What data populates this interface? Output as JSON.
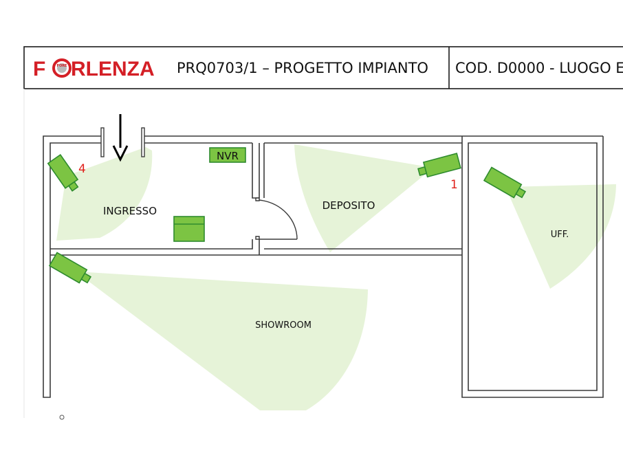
{
  "header": {
    "logo_text_left": "F",
    "logo_text_right": "RLENZA",
    "logo_badge_text": "FORE",
    "project_title": "PRQ0703/1 – PROGETTO IMPIANTO",
    "code_location": "COD. D0000 - LUOGO E"
  },
  "rooms": {
    "ingresso": "INGRESSO",
    "deposito": "DEPOSITO",
    "uff": "UFF.",
    "showroom": "SHOWROOM"
  },
  "equipment": {
    "nvr_label": "NVR"
  },
  "cameras": [
    {
      "number": "1",
      "name": "camera-1"
    },
    {
      "number": "4",
      "name": "camera-4"
    }
  ],
  "colors": {
    "logo_red": "#d41f26",
    "camera_green": "#7cc443",
    "camera_stroke": "#2e8b2e",
    "coverage": "#e6f3d8",
    "wall": "#3a3a3a",
    "number_red": "#e0201a"
  }
}
